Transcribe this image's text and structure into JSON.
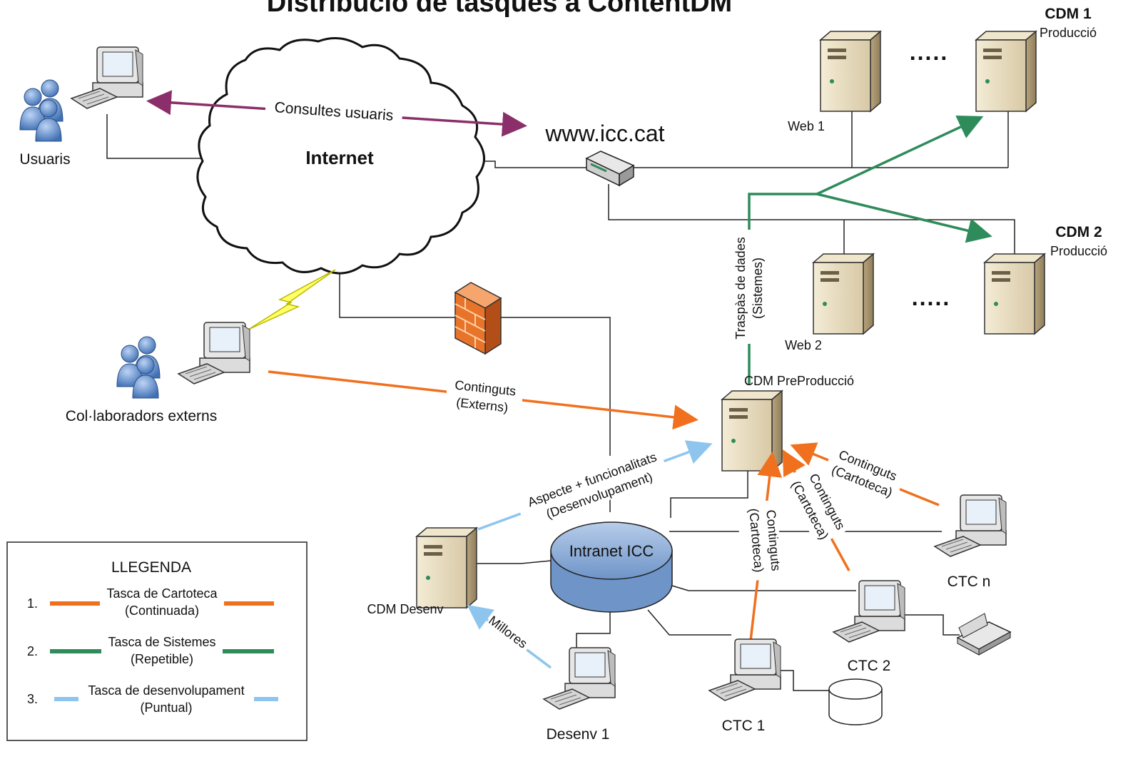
{
  "title": "Distribució de tasques a ContentDM",
  "nodes": {
    "usuaris": "Usuaris",
    "internet": "Internet",
    "website": "www.icc.cat",
    "collaboradors": "Col·laboradors externs",
    "cdm1": {
      "name": "CDM 1",
      "role": "Producció"
    },
    "cdm2": {
      "name": "CDM 2",
      "role": "Producció"
    },
    "web1": "Web 1",
    "web2": "Web 2",
    "ellipsis": ".....",
    "cdm_preproduccio": "CDM PreProducció",
    "intranet": "Intranet ICC",
    "cdm_desenv": "CDM Desenv",
    "desenv1": "Desenv 1",
    "ctc1": "CTC 1",
    "ctc2": "CTC 2",
    "ctcn": "CTC n"
  },
  "flows": {
    "consultes": "Consultes usuaris",
    "traspas_1": "Traspàs de dades",
    "traspas_2": "(Sistemes)",
    "continguts_ext_1": "Continguts",
    "continguts_ext_2": "(Externs)",
    "aspecte_1": "Aspecte + funcionalitats",
    "aspecte_2": "(Desenvolupament)",
    "millores": "Millores",
    "cart_a_1": "Continguts",
    "cart_a_2": "(Cartoteca)",
    "cart_b_1": "Continguts",
    "cart_b_2": "(Cartoteca)",
    "cart_c_1": "Continguts",
    "cart_c_2": "(Cartoteca)"
  },
  "legend": {
    "title": "LLEGENDA",
    "items": [
      {
        "num": "1.",
        "label": "Tasca de Cartoteca",
        "sub": "(Continuada)",
        "color": "#f0701e"
      },
      {
        "num": "2.",
        "label": "Tasca de Sistemes",
        "sub": "(Repetible)",
        "color": "#2e8b5a"
      },
      {
        "num": "3.",
        "label": "Tasca de desenvolupament",
        "sub": "(Puntual)",
        "color": "#8ec5ee"
      }
    ]
  },
  "colors": {
    "cartoteca": "#f0701e",
    "sistemes": "#2e8b5a",
    "desenvolupament": "#8ec5ee",
    "consultes": "#8b2f6b",
    "intranet_fill": "#8fb2dc",
    "firewall": "#e8742a"
  }
}
